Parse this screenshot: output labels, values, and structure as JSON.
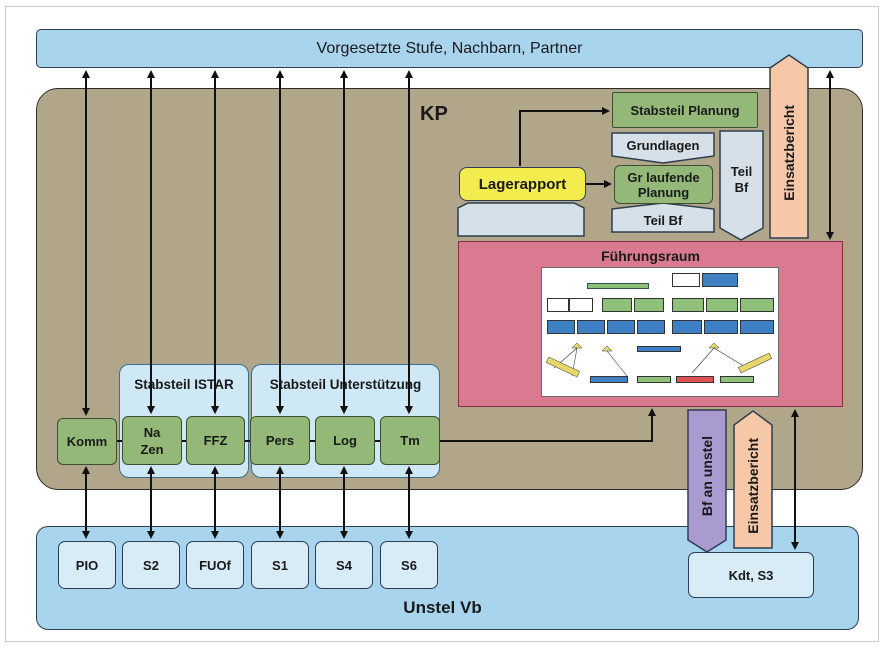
{
  "top_bar": {
    "label": "Vorgesetzte Stufe, Nachbarn, Partner"
  },
  "kp": {
    "label": "KP"
  },
  "bottom_bar": {
    "label": "Unstel Vb"
  },
  "groups": {
    "istar": "Stabsteil ISTAR",
    "unterstuetzung": "Stabsteil Unterstützung"
  },
  "kp_nodes": {
    "komm": "Komm",
    "nazen_line1": "Na",
    "nazen_line2": "Zen",
    "ffz": "FFZ",
    "pers": "Pers",
    "log": "Log",
    "tm": "Tm"
  },
  "bottom_nodes": {
    "pio": "PIO",
    "s2": "S2",
    "fuof": "FUOf",
    "s1": "S1",
    "s4": "S4",
    "s6": "S6",
    "kdt_s3": "Kdt, S3"
  },
  "planning": {
    "stabsteil_planung": "Stabsteil Planung",
    "grundlagen": "Grundlagen",
    "gr_laufende_line1": "Gr laufende",
    "gr_laufende_line2": "Planung",
    "teil_bf_bottom": "Teil Bf",
    "teil_bf_side_line1": "Teil",
    "teil_bf_side_line2": "Bf",
    "lagerapport": "Lagerapport"
  },
  "fuehrungsraum": {
    "label": "Führungsraum"
  },
  "side_arrows": {
    "einsatzbericht_top": "Einsatzbericht",
    "bf_an_unstel": "Bf an unstel",
    "einsatzbericht_bottom": "Einsatzbericht"
  },
  "colors": {
    "blue_bar": "#a8d4ee",
    "kp_fill": "#b1a68a",
    "node_green": "#93b878",
    "group_blue": "#cfe8f6",
    "fuehrungsraum": "#d97a90",
    "lagerapport": "#f2ec4e",
    "grey_arrow": "#d6e0e8",
    "peach_arrow": "#f7c8a8",
    "purple_arrow": "#a99ad0"
  }
}
